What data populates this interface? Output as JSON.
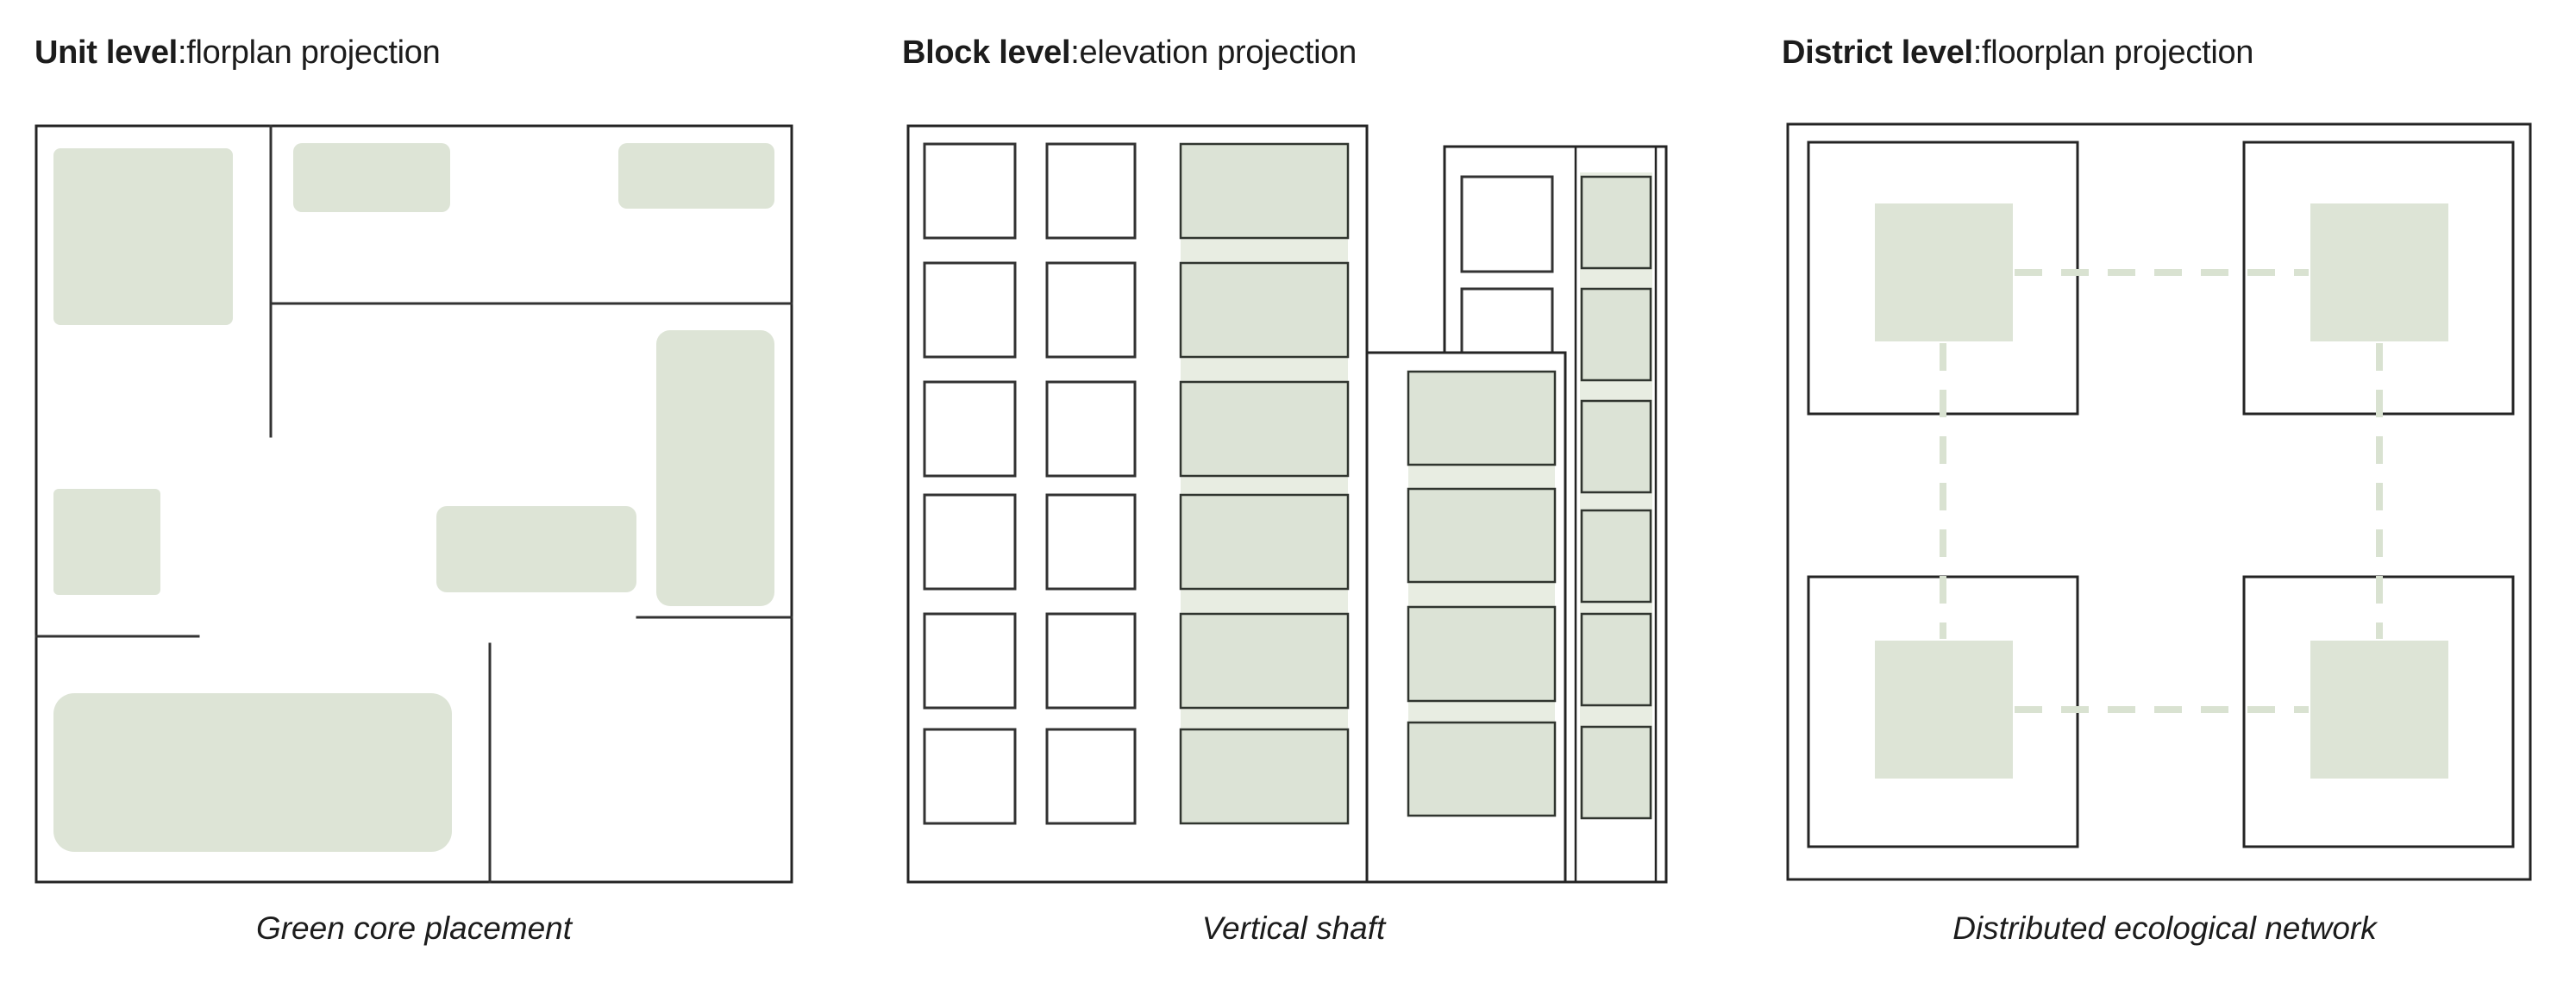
{
  "panels": [
    {
      "id": "unit",
      "title_bold": "Unit level",
      "title_rest": ":florplan projection",
      "caption": "Green core placement"
    },
    {
      "id": "block",
      "title_bold": "Block level",
      "title_rest": ":elevation projection",
      "caption": "Vertical shaft"
    },
    {
      "id": "district",
      "title_bold": "District level",
      "title_rest": ":floorplan projection",
      "caption": "Distributed ecological network"
    }
  ],
  "colors": {
    "green_core": "#dde4d6",
    "green_window": "#dce3d6",
    "green_shaft": "#e8ede2",
    "green_dash": "#d9e2d1",
    "outline_dark": "#242424",
    "window_line": "#30352f",
    "text": "#1c1c1c"
  }
}
